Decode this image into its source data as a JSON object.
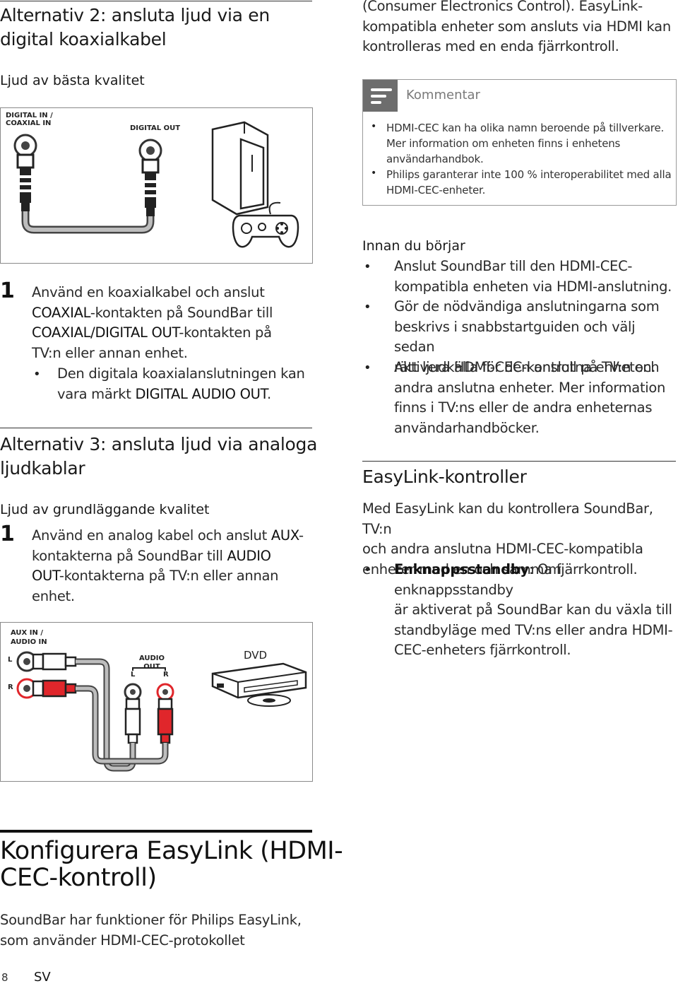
{
  "left": {
    "alt2_title": "Alternativ 2: ansluta ljud via en digital koaxialkabel",
    "alt2_quality": "Ljud av bästa kvalitet",
    "fig1": {
      "label_tv": "DIGITAL IN / COAXIAL IN",
      "label_device": "DIGITAL OUT"
    },
    "step1": {
      "number": "1",
      "line1": "Använd en koaxialkabel och anslut",
      "coaxial": "COAXIAL",
      "line2_rest": "-kontakten på SoundBar till",
      "coaxial_digital_out": "COAXIAL/DIGITAL OUT",
      "line3_rest": "-kontakten på",
      "line4": "TV:n eller annan enhet.",
      "bullet": "Den digitala koaxialanslutningen kan",
      "bullet_line2_prefix": "vara märkt",
      "digital_audio_out": "DIGITAL AUDIO OUT",
      "bullet_line2_suffix": "."
    },
    "alt3_title_line1": "Alternativ 3: ansluta ljud via analoga",
    "alt3_title_line2": "ljudkablar",
    "alt3_quality": "Ljud av grundläggande kvalitet",
    "step2": {
      "number": "1",
      "line1": "Använd en analog kabel och anslut",
      "aux": "AUX",
      "line1_suffix": "-",
      "line2": "kontakterna på SoundBar till",
      "audio": "AUDIO",
      "out": "OUT",
      "line3_rest": "-kontakterna på TV:n eller annan",
      "line4": "enhet."
    },
    "fig2": {
      "label_aux": "AUX IN / AUDIO IN",
      "label_l": "L",
      "label_r": "R",
      "label_audio_out": "AUDIO OUT",
      "label_out_l": "L",
      "label_out_r": "R",
      "label_dvd": "DVD"
    },
    "easylink_title_line1": "Konfigurera EasyLink (HDMI-",
    "easylink_title_line2": "CEC-kontroll)",
    "easylink_intro_line1": "SoundBar har funktioner för Philips EasyLink,",
    "easylink_intro_line2": "som använder HDMI-CEC-protokollet"
  },
  "right": {
    "top_line1": "(Consumer Electronics Control). EasyLink-",
    "top_line2": "kompatibla enheter som ansluts via HDMI kan",
    "top_line3": "kontrolleras med en enda fjärrkontroll.",
    "note": {
      "title": "Kommentar",
      "b1_line1": "HDMI-CEC kan ha olika namn beroende på tillverkare.",
      "b1_line2": "Mer information om enheten finns i enhetens",
      "b1_line3": "användarhandbok.",
      "b2_line1": "Philips garanterar inte 100 % interoperabilitet med alla",
      "b2_line2": "HDMI-CEC-enheter."
    },
    "before_title": "Innan du börjar",
    "before": [
      [
        "Anslut SoundBar till den HDMI-CEC-",
        "kompatibla enheten via HDMI-anslutning."
      ],
      [
        "Gör de nödvändiga anslutningarna som",
        "beskrivs i snabbstartguiden och välj sedan",
        "rätt ljudkälla för den anslutna enheten."
      ],
      [
        "Aktivera HDMI-CEC-kontroll på TV:n och",
        "andra anslutna enheter. Mer information",
        "finns i TV:ns eller de andra enheternas",
        "användarhandböcker."
      ]
    ],
    "controls_title": "EasyLink-kontroller",
    "controls_line1": "Med EasyLink kan du kontrollera SoundBar, TV:n",
    "controls_line2": "och andra anslutna HDMI-CEC-kompatibla",
    "controls_line3": "enheter med en och samma fjärrkontroll.",
    "standby_label": "Enknappsstandby",
    "standby_line1_rest": ": Om enknappsstandby",
    "standby_line2": "är aktiverat på SoundBar kan du växla till",
    "standby_line3": "standbyläge med TV:ns eller andra HDMI-",
    "standby_line4": "CEC-enheters fjärrkontroll."
  },
  "footer": {
    "page": "8",
    "lang": "SV"
  },
  "colors": {
    "red_plug": "#e0262b",
    "cable_gray": "#9a9a9a",
    "note_icon": "#6d6d6d"
  }
}
